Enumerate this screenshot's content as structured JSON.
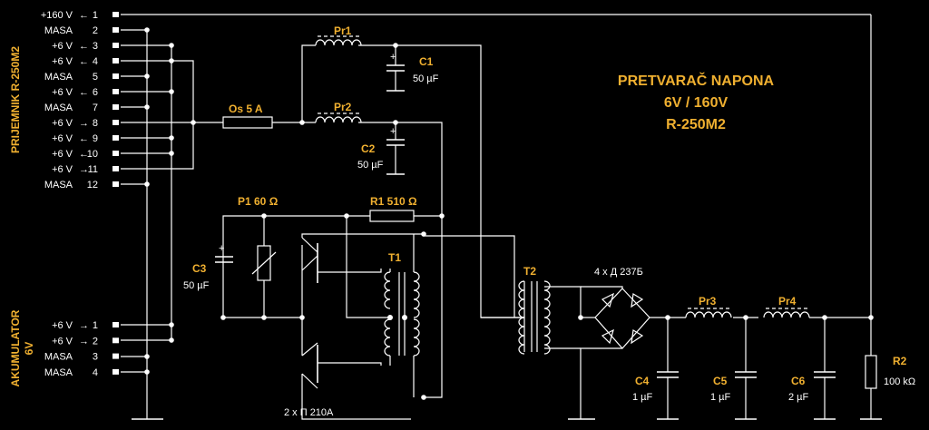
{
  "title": {
    "line1": "PRETVARAČ NAPONA",
    "line2": "6V / 160V",
    "line3": "R-250M2"
  },
  "connector_receiver": {
    "label": "PRIJEMNIK  R-250M2",
    "pins": [
      {
        "n": "1",
        "label": "+160 V",
        "arrow": "←"
      },
      {
        "n": "2",
        "label": "MASA",
        "arrow": ""
      },
      {
        "n": "3",
        "label": "+6 V",
        "arrow": "←"
      },
      {
        "n": "4",
        "label": "+6 V",
        "arrow": "←"
      },
      {
        "n": "5",
        "label": "MASA",
        "arrow": ""
      },
      {
        "n": "6",
        "label": "+6 V",
        "arrow": "←"
      },
      {
        "n": "7",
        "label": "MASA",
        "arrow": ""
      },
      {
        "n": "8",
        "label": "+6 V",
        "arrow": "→"
      },
      {
        "n": "9",
        "label": "+6 V",
        "arrow": "←"
      },
      {
        "n": "10",
        "label": "+6 V",
        "arrow": "←"
      },
      {
        "n": "11",
        "label": "+6 V",
        "arrow": "→"
      },
      {
        "n": "12",
        "label": "MASA",
        "arrow": ""
      }
    ]
  },
  "connector_battery": {
    "label": "AKUMULATOR",
    "sublabel": "6V",
    "pins": [
      {
        "n": "1",
        "label": "+6 V",
        "arrow": "→"
      },
      {
        "n": "2",
        "label": "+6 V",
        "arrow": "→"
      },
      {
        "n": "3",
        "label": "MASA",
        "arrow": ""
      },
      {
        "n": "4",
        "label": "MASA",
        "arrow": ""
      }
    ]
  },
  "components": {
    "fuse": "Os 5 A",
    "pr1": "Pr1",
    "pr2": "Pr2",
    "pr3": "Pr3",
    "pr4": "Pr4",
    "c1_name": "C1",
    "c1_value": "50 µF",
    "c2_name": "C2",
    "c2_value": "50 µF",
    "c3_name": "C3",
    "c3_value": "50 µF",
    "c4_name": "C4",
    "c4_value": "1 µF",
    "c5_name": "C5",
    "c5_value": "1 µF",
    "c6_name": "C6",
    "c6_value": "2 µF",
    "p1": "P1 60 Ω",
    "r1": "R1 510 Ω",
    "r2_name": "R2",
    "r2_value": "100 kΩ",
    "t1": "T1",
    "t2": "T2",
    "diodes": "4 x Д 237Б",
    "transistors": "2 x П 210А"
  }
}
